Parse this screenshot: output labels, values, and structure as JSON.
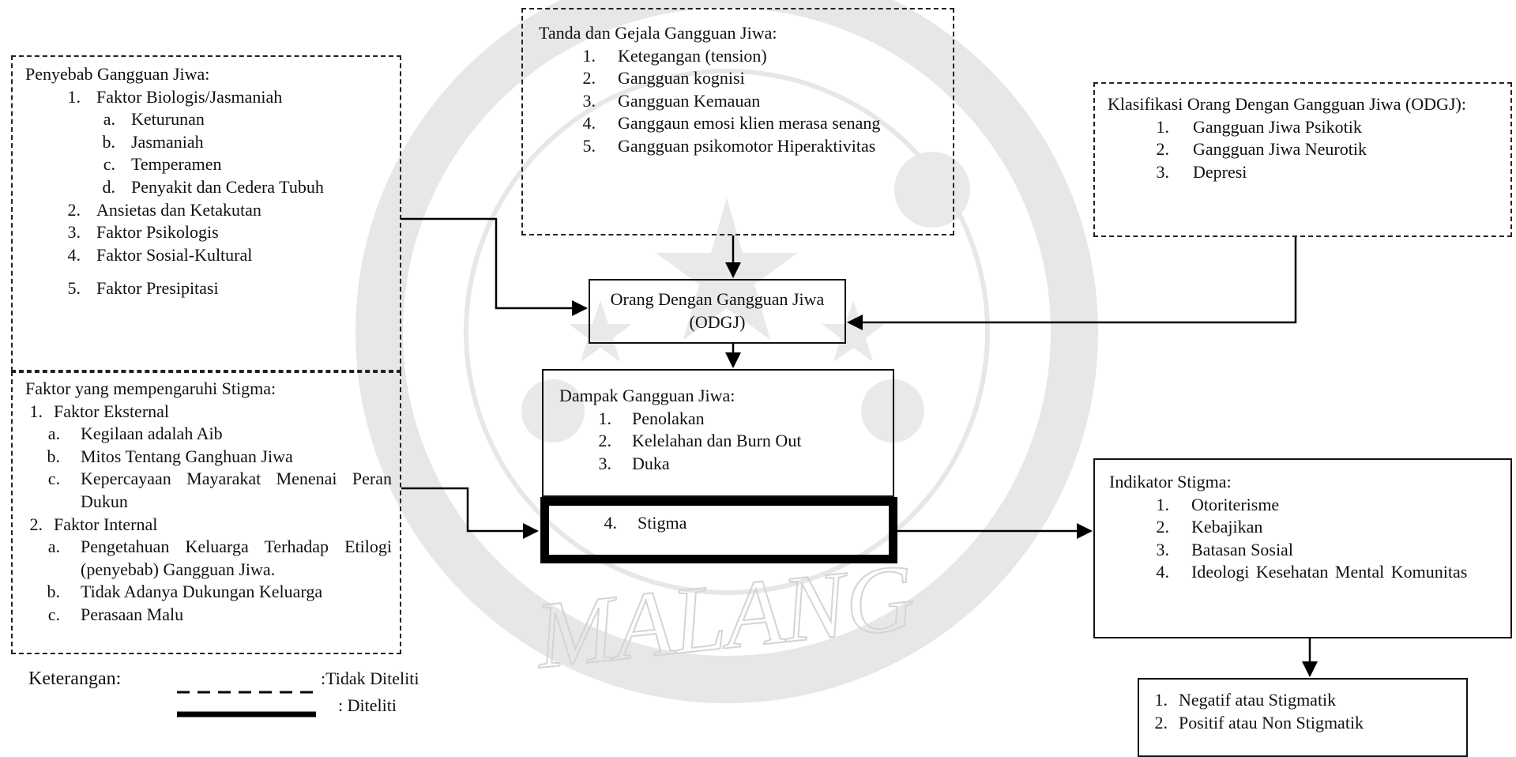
{
  "causes": {
    "title": "Penyebab Gangguan Jiwa:",
    "items": [
      {
        "n": "1.",
        "label": "Faktor Biologis/Jasmaniah"
      },
      {
        "n": "a.",
        "label": "Keturunan"
      },
      {
        "n": "b.",
        "label": "Jasmaniah"
      },
      {
        "n": "c.",
        "label": "Temperamen"
      },
      {
        "n": "d.",
        "label": "Penyakit dan Cedera Tubuh"
      },
      {
        "n": "2.",
        "label": "Ansietas dan Ketakutan"
      },
      {
        "n": "3.",
        "label": "Faktor Psikologis"
      },
      {
        "n": "4.",
        "label": "Faktor Sosial-Kultural"
      },
      {
        "n": "5.",
        "label": "Faktor Presipitasi"
      }
    ]
  },
  "signs": {
    "title": "Tanda dan Gejala Gangguan Jiwa:",
    "items": [
      {
        "n": "1.",
        "label": "Ketegangan (tension)"
      },
      {
        "n": "2.",
        "label": "Gangguan kognisi"
      },
      {
        "n": "3.",
        "label": "Gangguan Kemauan"
      },
      {
        "n": "4.",
        "label": "Ganggaun emosi klien merasa senang"
      },
      {
        "n": "5.",
        "label": "Gangguan psikomotor Hiperaktivitas"
      }
    ]
  },
  "classification": {
    "title": "Klasifikasi Orang Dengan Gangguan Jiwa (ODGJ):",
    "items": [
      {
        "n": "1.",
        "label": "Gangguan Jiwa Psikotik"
      },
      {
        "n": "2.",
        "label": "Gangguan Jiwa Neurotik"
      },
      {
        "n": "3.",
        "label": "Depresi"
      }
    ]
  },
  "odgj": {
    "label": "Orang Dengan Gangguan Jiwa (ODGJ)"
  },
  "stigma_factors": {
    "title": "Faktor yang mempengaruhi Stigma:",
    "items": [
      {
        "n": "1.",
        "label": "Faktor Eksternal"
      },
      {
        "n": "a.",
        "label": "Kegilaan adalah Aib"
      },
      {
        "n": "b.",
        "label": "Mitos Tentang Ganghuan Jiwa"
      },
      {
        "n": "c.",
        "label": "Kepercayaan Mayarakat Menenai Peran Dukun"
      },
      {
        "n": "2.",
        "label": "Faktor Internal"
      },
      {
        "n": "a.",
        "label": "Pengetahuan Keluarga Terhadap Etilogi (penyebab) Gangguan Jiwa."
      },
      {
        "n": "b.",
        "label": "Tidak Adanya Dukungan Keluarga"
      },
      {
        "n": "c.",
        "label": "Perasaan Malu"
      }
    ]
  },
  "impact": {
    "title": "Dampak Gangguan Jiwa:",
    "items": [
      {
        "n": "1.",
        "label": "Penolakan"
      },
      {
        "n": "2.",
        "label": "Kelelahan dan Burn Out"
      },
      {
        "n": "3.",
        "label": "Duka"
      }
    ],
    "stigma": {
      "n": "4.",
      "label": "Stigma"
    }
  },
  "indicators": {
    "title": "Indikator Stigma:",
    "items": [
      {
        "n": "1.",
        "label": "Otoriterisme"
      },
      {
        "n": "2.",
        "label": "Kebajikan"
      },
      {
        "n": "3.",
        "label": "Batasan Sosial"
      },
      {
        "n": "4.",
        "label": "Ideologi Kesehatan Mental Komunitas"
      }
    ]
  },
  "outcomes": {
    "items": [
      {
        "n": "1.",
        "label": "Negatif atau Stigmatik"
      },
      {
        "n": "2.",
        "label": "Positif atau Non Stigmatik"
      }
    ]
  },
  "legend": {
    "label": "Keterangan:",
    "not_studied": ":Tidak Diteliti",
    "studied": ": Diteliti"
  },
  "watermark": {
    "text": "MALANG"
  }
}
